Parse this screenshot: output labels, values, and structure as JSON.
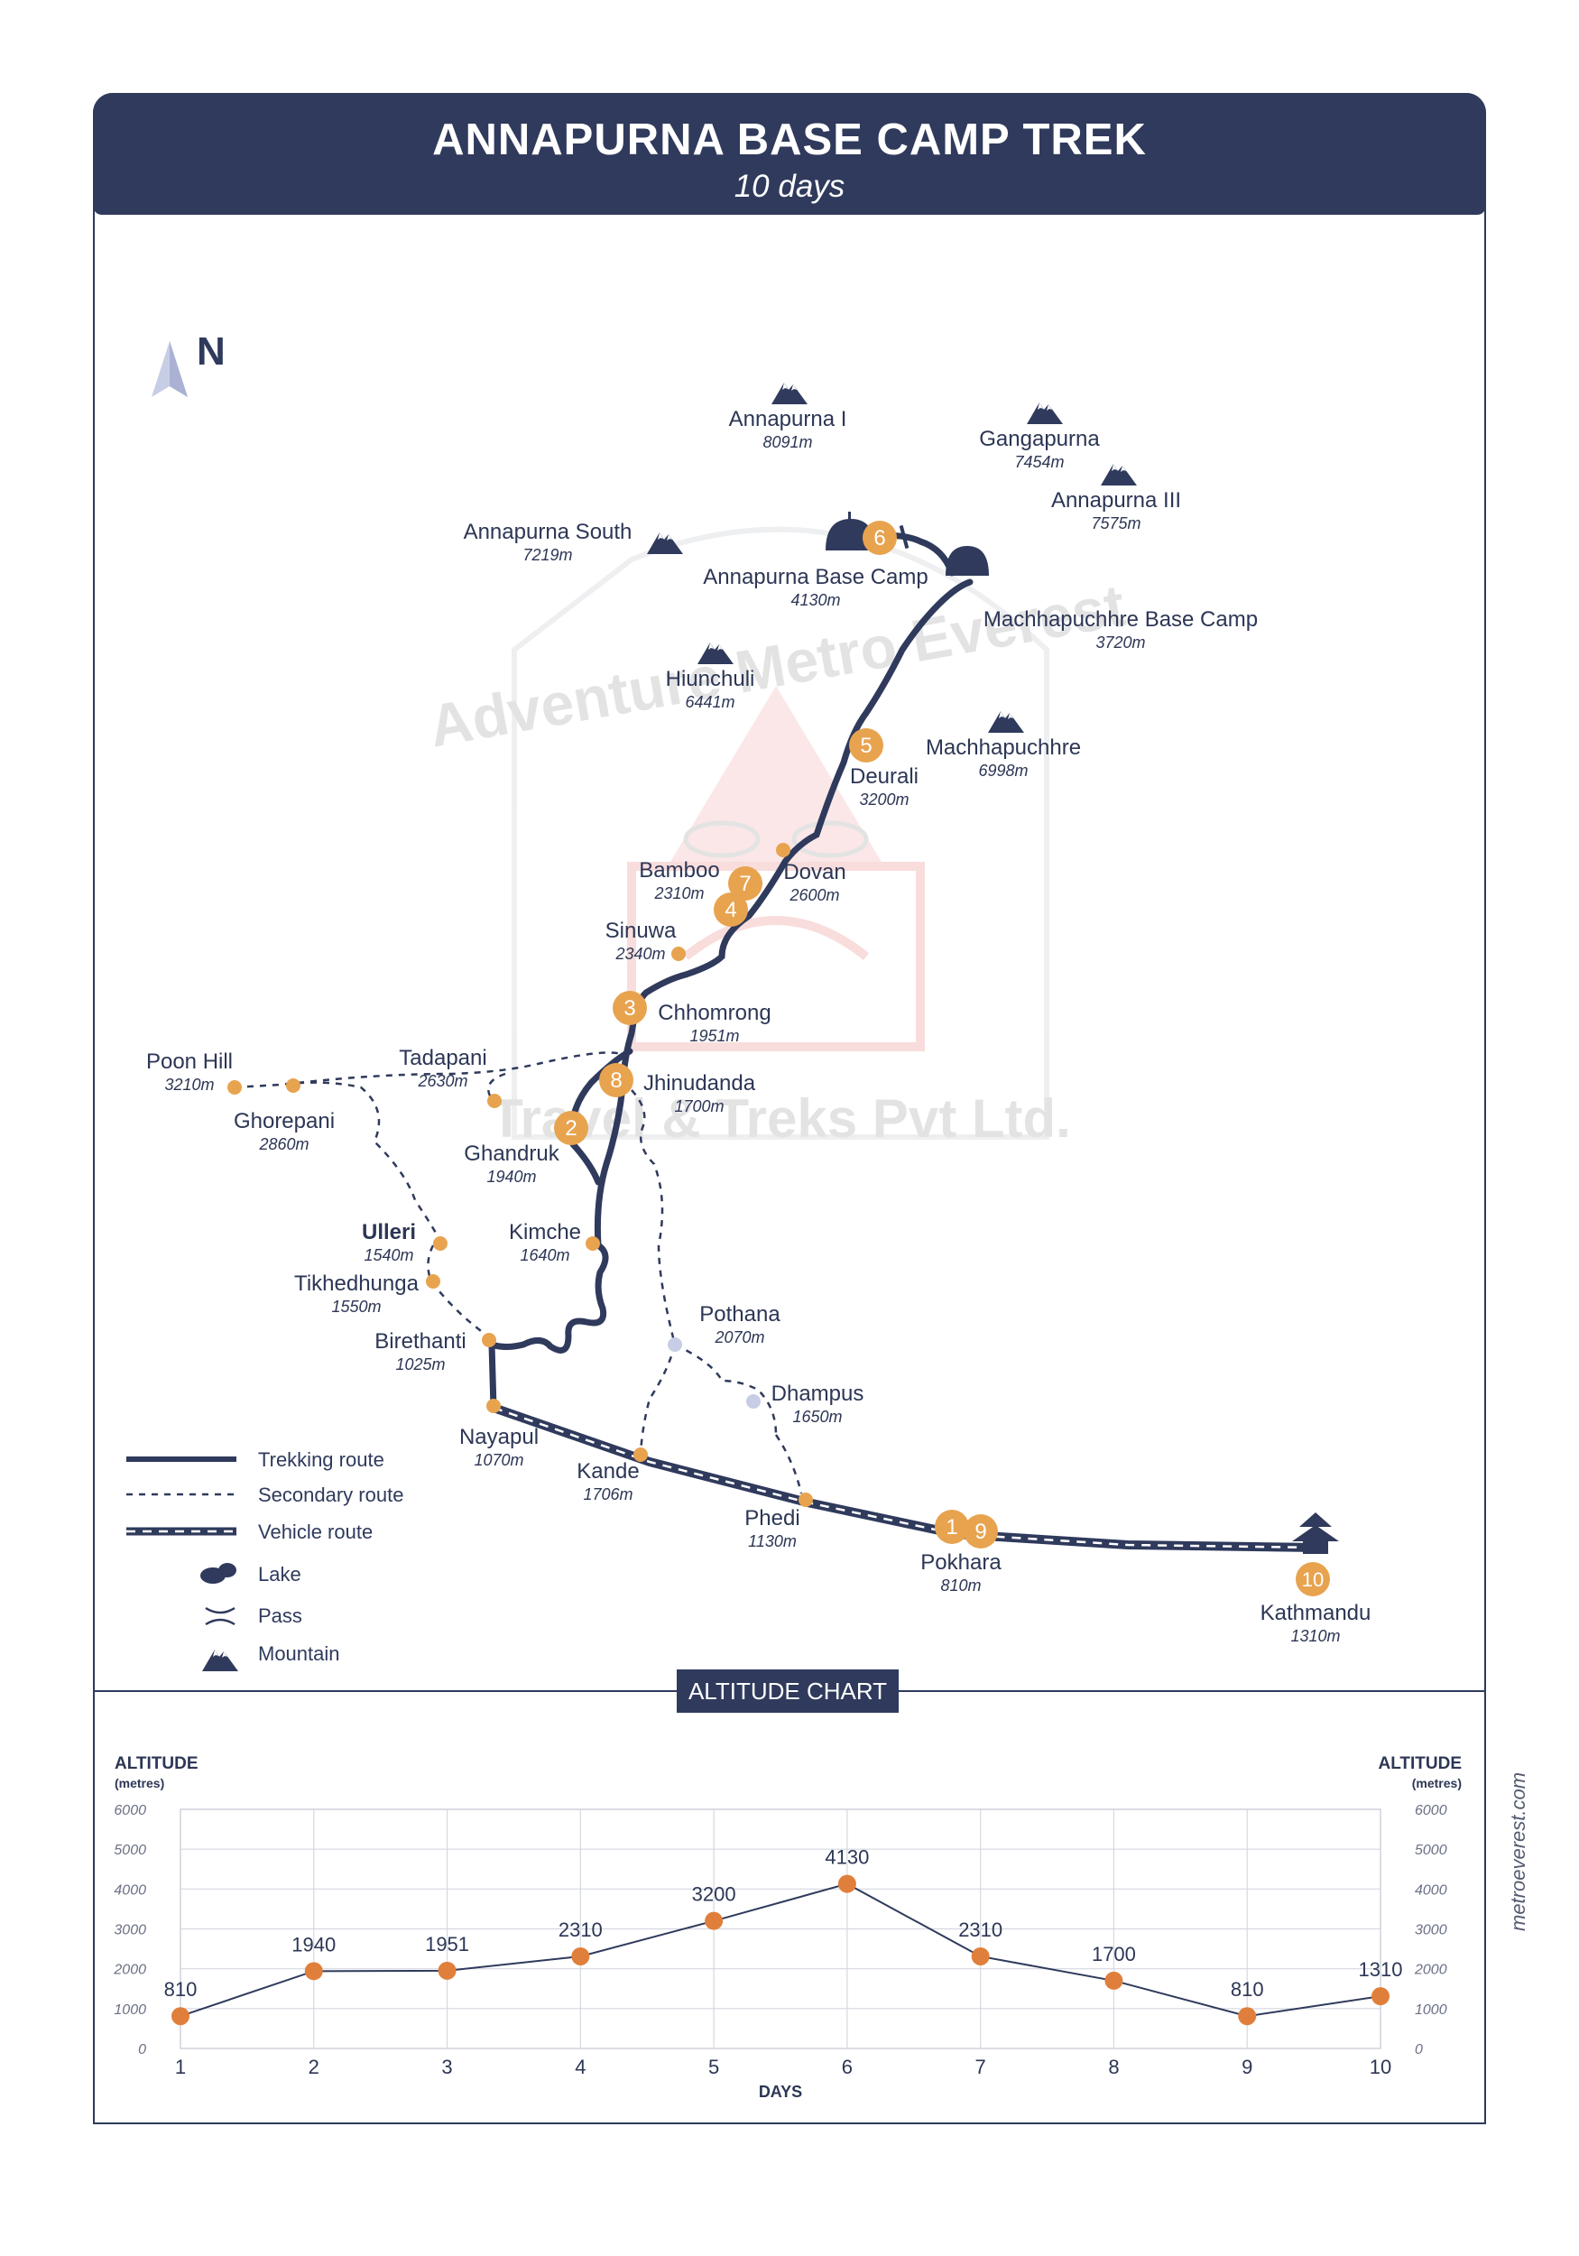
{
  "header": {
    "title": "ANNAPURNA BASE CAMP TREK",
    "subtitle": "10 days"
  },
  "compass": {
    "label": "N"
  },
  "watermark": {
    "lines": [
      "Adventure Metro Everest",
      "Travel & Treks Pvt Ltd."
    ]
  },
  "peaks": [
    {
      "name": "Annapurna I",
      "alt": "8091m"
    },
    {
      "name": "Gangapurna",
      "alt": "7454m"
    },
    {
      "name": "Annapurna III",
      "alt": "7575m"
    },
    {
      "name": "Annapurna South",
      "alt": "7219m"
    },
    {
      "name": "Hiunchuli",
      "alt": "6441m"
    },
    {
      "name": "Machhapuchhre",
      "alt": "6998m"
    }
  ],
  "places": [
    {
      "name": "Annapurna Base Camp",
      "alt": "4130m"
    },
    {
      "name": "Machhapuchhre Base Camp",
      "alt": "3720m"
    },
    {
      "name": "Deurali",
      "alt": "3200m"
    },
    {
      "name": "Bamboo",
      "alt": "2310m"
    },
    {
      "name": "Dovan",
      "alt": "2600m"
    },
    {
      "name": "Sinuwa",
      "alt": "2340m"
    },
    {
      "name": "Chhomrong",
      "alt": "1951m"
    },
    {
      "name": "Poon Hill",
      "alt": "3210m"
    },
    {
      "name": "Tadapani",
      "alt": "2630m"
    },
    {
      "name": "Jhinudanda",
      "alt": "1700m"
    },
    {
      "name": "Ghorepani",
      "alt": "2860m"
    },
    {
      "name": "Ghandruk",
      "alt": "1940m"
    },
    {
      "name": "Ulleri",
      "alt": "1540m"
    },
    {
      "name": "Kimche",
      "alt": "1640m"
    },
    {
      "name": "Tikhedhunga",
      "alt": "1550m"
    },
    {
      "name": "Pothana",
      "alt": "2070m"
    },
    {
      "name": "Birethanti",
      "alt": "1025m"
    },
    {
      "name": "Dhampus",
      "alt": "1650m"
    },
    {
      "name": "Nayapul",
      "alt": "1070m"
    },
    {
      "name": "Kande",
      "alt": "1706m"
    },
    {
      "name": "Phedi",
      "alt": "1130m"
    },
    {
      "name": "Pokhara",
      "alt": "810m"
    },
    {
      "name": "Kathmandu",
      "alt": "1310m"
    }
  ],
  "day_markers": [
    "1",
    "2",
    "3",
    "4",
    "5",
    "6",
    "7",
    "8",
    "9",
    "10"
  ],
  "legend": [
    {
      "label": "Trekking route"
    },
    {
      "label": "Secondary route"
    },
    {
      "label": "Vehicle route"
    },
    {
      "label": "Lake"
    },
    {
      "label": "Pass"
    },
    {
      "label": "Mountain"
    }
  ],
  "altitude_chart_label": "ALTITUDE CHART",
  "colors": {
    "navy": "#2f3a5c",
    "orange": "#e8a34f",
    "chart_point": "#e07f3c",
    "lavender": "#c8cde6"
  },
  "chart_data": {
    "type": "line",
    "x": [
      1,
      2,
      3,
      4,
      5,
      6,
      7,
      8,
      9,
      10
    ],
    "values": [
      810,
      1940,
      1951,
      2310,
      3200,
      4130,
      2310,
      1700,
      810,
      1310
    ],
    "xlabel": "DAYS",
    "ylabel": "ALTITUDE",
    "ylabel_unit": "(metres)",
    "ylim": [
      0,
      6000
    ],
    "yticks": [
      0,
      1000,
      2000,
      3000,
      4000,
      5000,
      6000
    ],
    "grid": true,
    "dual_y_axis": true
  },
  "footer": {
    "url": "metroeverest.com"
  }
}
